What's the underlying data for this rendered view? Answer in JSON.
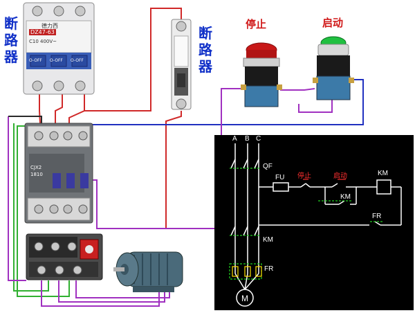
{
  "labels": {
    "breaker_left": [
      "断",
      "路",
      "器"
    ],
    "breaker_right": [
      "断",
      "路",
      "器"
    ],
    "stop_button": "停止",
    "start_button": "启动"
  },
  "devices": {
    "breaker3p_brand": "德力西",
    "breaker3p_model": "DZ47-63",
    "breaker3p_spec": "C10  400V~",
    "breaker3p_off": [
      "O-OFF",
      "O-OFF",
      "O-OFF"
    ],
    "contactor_model": "CJX2",
    "contactor_rating": "1810"
  },
  "schematic": {
    "phases": [
      "A",
      "B",
      "C"
    ],
    "qf": "QF",
    "fu": "FU",
    "stop": "停止",
    "start": "启动",
    "km_coil": "KM",
    "km_aux": "KM",
    "fr_contact": "FR",
    "km_main": "KM",
    "fr_heater": "FR",
    "motor": "M"
  },
  "colors": {
    "wire_red": "#d02828",
    "wire_green": "#30b030",
    "wire_blue": "#2030c0",
    "wire_purple": "#a030c0",
    "label_blue": "#1030c8",
    "label_red": "#d01818",
    "schematic_bg": "#000000",
    "schematic_line": "#ffffff",
    "schematic_red": "#ff3030",
    "schematic_yellow": "#ffe000",
    "schematic_green": "#20d020"
  }
}
